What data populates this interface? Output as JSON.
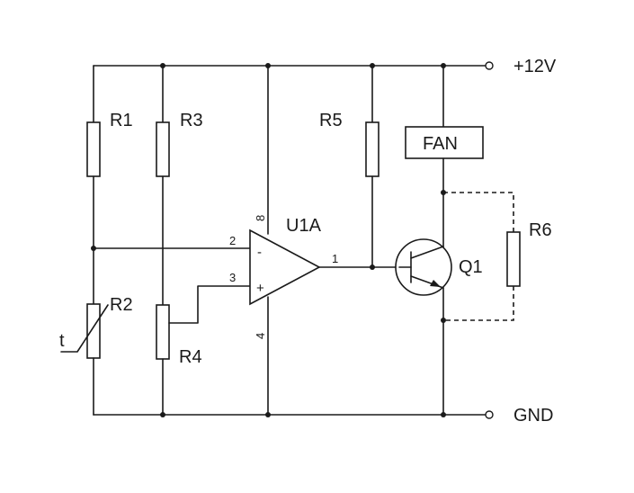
{
  "rails": {
    "supply": "+12V",
    "ground": "GND"
  },
  "components": {
    "r1": "R1",
    "r2": "R2",
    "r3": "R3",
    "r4": "R4",
    "r5": "R5",
    "r6": "R6",
    "opamp": "U1A",
    "transistor": "Q1",
    "fan": "FAN",
    "thermistor_mark": "t"
  },
  "pins": {
    "inverting": "2",
    "non_inverting": "3",
    "output": "1",
    "vplus": "8",
    "vminus": "4",
    "minus_sign": "-",
    "plus_sign": "+"
  }
}
